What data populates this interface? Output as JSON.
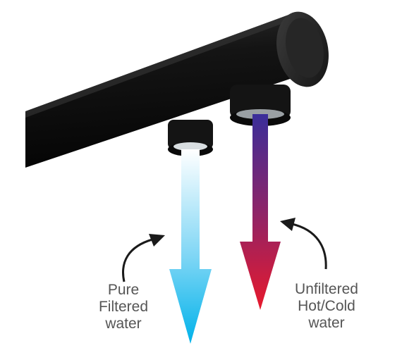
{
  "labels": {
    "filtered": [
      "Pure",
      "Filtered",
      "water"
    ],
    "unfiltered": [
      "Unfiltered",
      "Hot/Cold",
      "water"
    ]
  },
  "colors": {
    "tap_body": "#111111",
    "tap_highlight": "#3a3a3a",
    "filtered_top": "#ffffff",
    "filtered_bottom": "#00b2ea",
    "unfiltered_top": "#3a2e9a",
    "unfiltered_bottom": "#e8192c",
    "label_text": "#555555",
    "pointer": "#1a1a1a"
  },
  "icons": {
    "filtered_pointer": "curved-arrow-icon",
    "unfiltered_pointer": "curved-arrow-icon"
  }
}
